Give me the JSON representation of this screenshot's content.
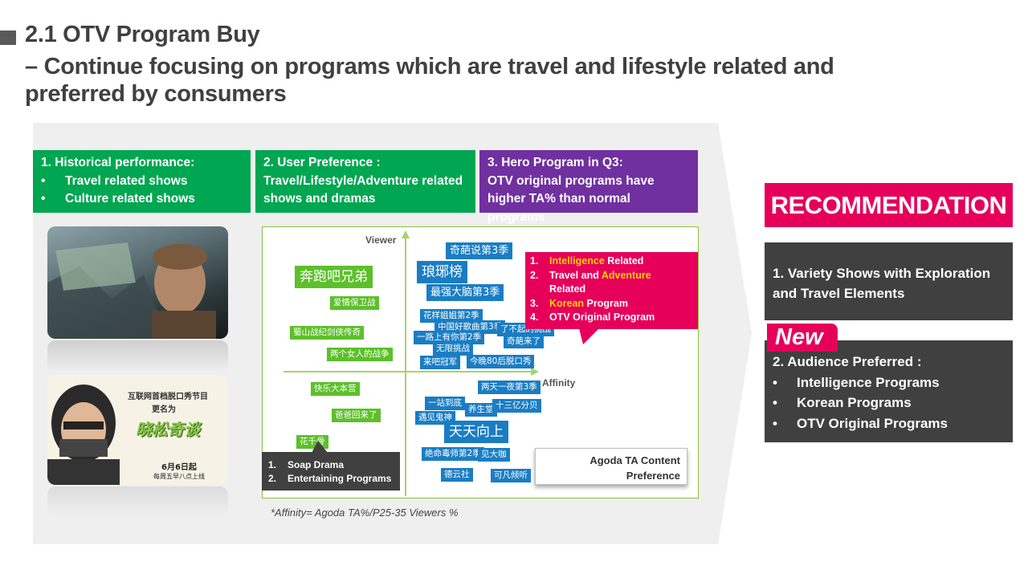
{
  "slide": {
    "title": "2.1 OTV Program Buy",
    "subtitle": "– Continue focusing on programs which are travel and lifestyle related and preferred by consumers"
  },
  "headers": [
    {
      "title": "1. Historical performance:",
      "items": [
        "Travel related shows",
        "Culture related shows"
      ],
      "color": "#00a651"
    },
    {
      "title": "2. User Preference :",
      "body": "Travel/Lifestyle/Adventure related shows and dramas",
      "color": "#00a651"
    },
    {
      "title": "3. Hero Program in Q3:",
      "body": "OTV original programs have higher TA% than normal programs",
      "color": "#7030a0"
    }
  ],
  "photo2": {
    "line1": "互联网首档脱口秀节目",
    "line2": "更名为",
    "logo": "晓松奇谈",
    "date": "6月6日起",
    "schedule": "每周五早八点上线"
  },
  "chart_data": {
    "type": "scatter",
    "xlabel": "Affinity",
    "ylabel": "Viewer",
    "programs": [
      {
        "name": "奔跑吧兄弟",
        "quadrant": "top-left",
        "style": "green-big"
      },
      {
        "name": "爱情保卫战",
        "quadrant": "top-left",
        "style": "green"
      },
      {
        "name": "蜀山战纪剑侠传奇",
        "quadrant": "top-left",
        "style": "green"
      },
      {
        "name": "两个女人的战争",
        "quadrant": "top-left",
        "style": "green"
      },
      {
        "name": "奇葩说第3季",
        "quadrant": "top-right",
        "style": "blue-mid"
      },
      {
        "name": "琅琊榜",
        "quadrant": "top-right",
        "style": "blue-big"
      },
      {
        "name": "最强大脑第3季",
        "quadrant": "top-right",
        "style": "blue-mid"
      },
      {
        "name": "花样姐姐第2季",
        "quadrant": "top-right",
        "style": "blue"
      },
      {
        "name": "中国好歌曲第3季",
        "quadrant": "top-right",
        "style": "blue"
      },
      {
        "name": "了不起的挑战",
        "quadrant": "top-right",
        "style": "blue"
      },
      {
        "name": "一路上有你第2季",
        "quadrant": "top-right",
        "style": "blue"
      },
      {
        "name": "奇葩来了",
        "quadrant": "top-right",
        "style": "blue"
      },
      {
        "name": "无限挑战",
        "quadrant": "top-right",
        "style": "blue"
      },
      {
        "name": "来吧冠军",
        "quadrant": "top-right",
        "style": "blue"
      },
      {
        "name": "今晚80后脱口秀",
        "quadrant": "top-right",
        "style": "blue"
      },
      {
        "name": "快乐大本营",
        "quadrant": "bottom-left",
        "style": "green"
      },
      {
        "name": "爸爸回来了",
        "quadrant": "bottom-left",
        "style": "green"
      },
      {
        "name": "花千骨",
        "quadrant": "bottom-left",
        "style": "green"
      },
      {
        "name": "两天一夜第3季",
        "quadrant": "bottom-right",
        "style": "blue"
      },
      {
        "name": "一站到底",
        "quadrant": "bottom-right",
        "style": "blue"
      },
      {
        "name": "养生堂",
        "quadrant": "bottom-right",
        "style": "blue"
      },
      {
        "name": "十三亿分贝",
        "quadrant": "bottom-right",
        "style": "blue"
      },
      {
        "name": "遇见鬼神",
        "quadrant": "bottom-right",
        "style": "blue"
      },
      {
        "name": "天天向上",
        "quadrant": "bottom-right",
        "style": "blue-big"
      },
      {
        "name": "绝命毒师第2季",
        "quadrant": "bottom-right",
        "style": "blue"
      },
      {
        "name": "见大咖",
        "quadrant": "bottom-right",
        "style": "blue"
      },
      {
        "name": "德云社",
        "quadrant": "bottom-right",
        "style": "blue"
      },
      {
        "name": "可凡倾听",
        "quadrant": "bottom-right",
        "style": "blue"
      }
    ]
  },
  "pink_callout": [
    {
      "n": "1.",
      "hl": "Intelligence",
      "rest": " Related"
    },
    {
      "n": "2.",
      "pre": "Travel and ",
      "hl": "Adventure",
      "rest": ""
    },
    {
      "n": "",
      "pre": "Related",
      "hl": "",
      "rest": ""
    },
    {
      "n": "3.",
      "hl": "Korean",
      "rest": " Program"
    },
    {
      "n": "4.",
      "pre": "OTV Original Program",
      "hl": "",
      "rest": ""
    }
  ],
  "dark_callout": [
    {
      "n": "1.",
      "text": "Soap Drama"
    },
    {
      "n": "2.",
      "text": "Entertaining Programs"
    }
  ],
  "pref_box": {
    "line1": "Agoda TA Content",
    "line2": "Preference"
  },
  "footnote": "*Affinity= Agoda TA%/P25-35 Viewers %",
  "recommendation": {
    "title": "RECOMMENDATION",
    "item1": "1. Variety Shows with Exploration and Travel Elements",
    "new_badge": "New",
    "item2_title": "2. Audience Preferred :",
    "item2_list": [
      "Intelligence Programs",
      "Korean Programs",
      "OTV Original Programs"
    ]
  }
}
